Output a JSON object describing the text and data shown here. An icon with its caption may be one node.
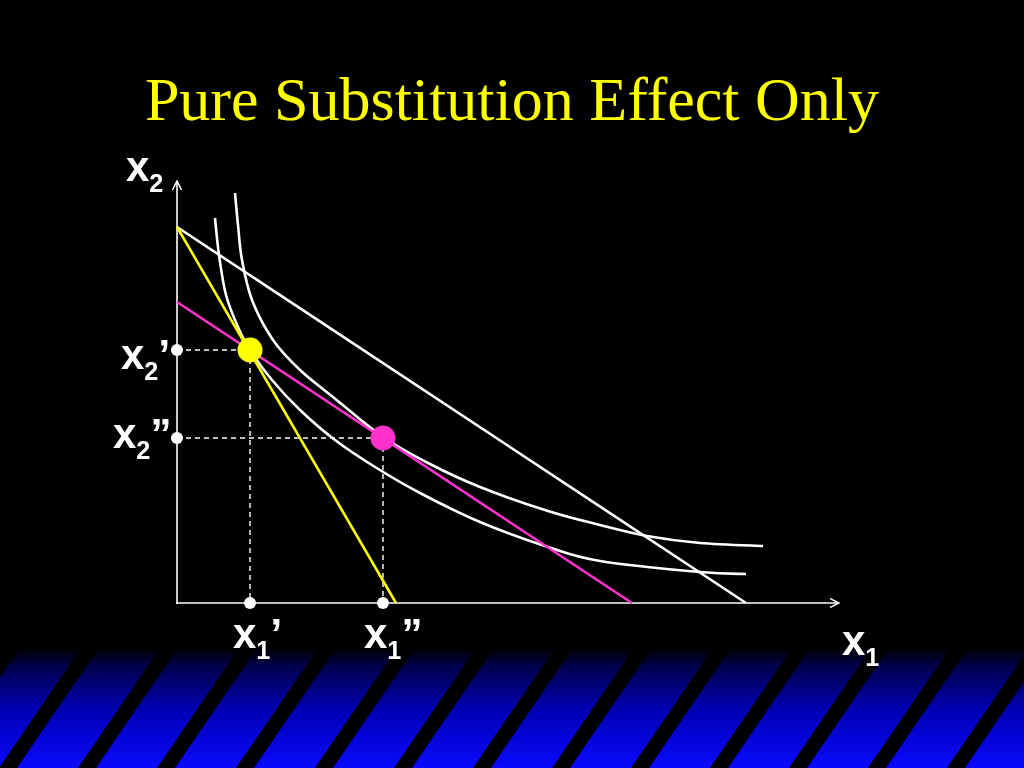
{
  "diagram": {
    "title": "Pure Substitution Effect Only",
    "labels": [
      "x$_{2}$",
      "x$_{2}$’",
      "x$_{2}$”",
      "x$_{1}$’",
      "x$_{1}$”",
      "x$_{1}$"
    ]
  }
}
